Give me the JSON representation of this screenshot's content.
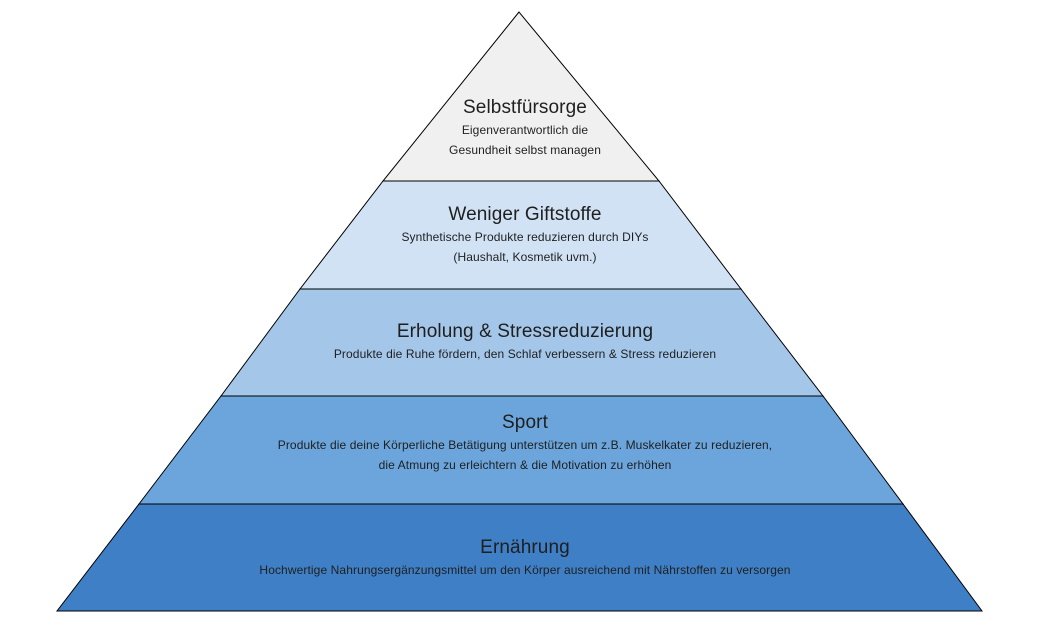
{
  "pyramid": {
    "layers": [
      {
        "title": "Selbstfürsorge",
        "description": "Eigenverantwortlich die\nGesundheit selbst managen",
        "fill": "#f0f0f0"
      },
      {
        "title": "Weniger Giftstoffe",
        "description": "Synthetische Produkte reduzieren durch DIYs\n(Haushalt, Kosmetik uvm.)",
        "fill": "#d0e2f4"
      },
      {
        "title": "Erholung & Stressreduzierung",
        "description": "Produkte die Ruhe fördern, den Schlaf verbessern & Stress reduzieren",
        "fill": "#a3c6e9"
      },
      {
        "title": "Sport",
        "description": "Produkte die deine Körperliche Betätigung unterstützen um  z.B. Muskelkater zu reduzieren,\ndie Atmung zu erleichtern & die Motivation zu erhöhen",
        "fill": "#6ba5db"
      },
      {
        "title": "Ernährung",
        "description": "Hochwertige Nahrungsergänzungsmittel um den Körper ausreichend mit Nährstoffen zu versorgen",
        "fill": "#3f7fc5"
      }
    ],
    "outline_color": "#000000"
  }
}
